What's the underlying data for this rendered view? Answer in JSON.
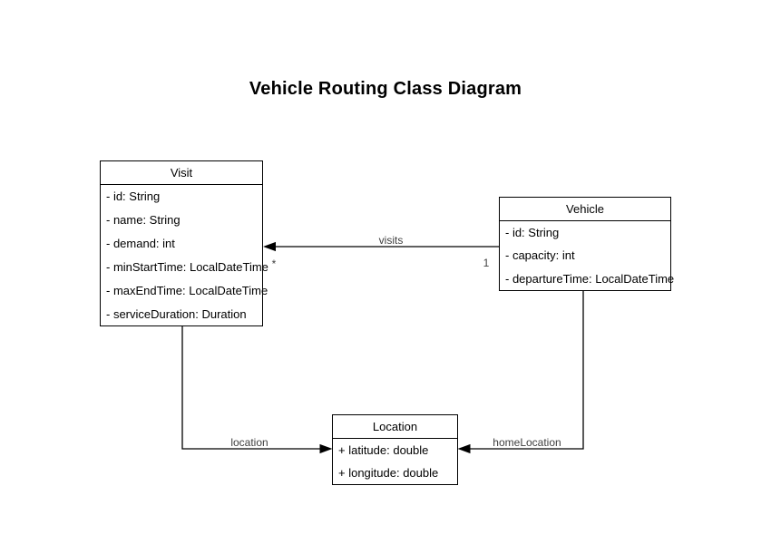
{
  "title": "Vehicle Routing Class Diagram",
  "classes": {
    "visit": {
      "name": "Visit",
      "attributes": [
        "- id: String",
        "- name: String",
        "- demand: int",
        "- minStartTime: LocalDateTime",
        "- maxEndTime: LocalDateTime",
        "- serviceDuration: Duration"
      ]
    },
    "vehicle": {
      "name": "Vehicle",
      "attributes": [
        "- id: String",
        "- capacity: int",
        "- departureTime: LocalDateTime"
      ]
    },
    "location": {
      "name": "Location",
      "attributes": [
        "+ latitude: double",
        "+ longitude: double"
      ]
    }
  },
  "edges": {
    "visits": {
      "label": "visits",
      "source": "Vehicle",
      "target": "Visit",
      "source_multiplicity": "1",
      "target_multiplicity": "*"
    },
    "location": {
      "label": "location",
      "source": "Visit",
      "target": "Location"
    },
    "home_location": {
      "label": "homeLocation",
      "source": "Vehicle",
      "target": "Location"
    }
  },
  "colors": {
    "stroke": "#000000",
    "box_fill": "#ffffff",
    "box_text": "#000000",
    "edge_label_text": "#404040",
    "background": "#ffffff"
  }
}
